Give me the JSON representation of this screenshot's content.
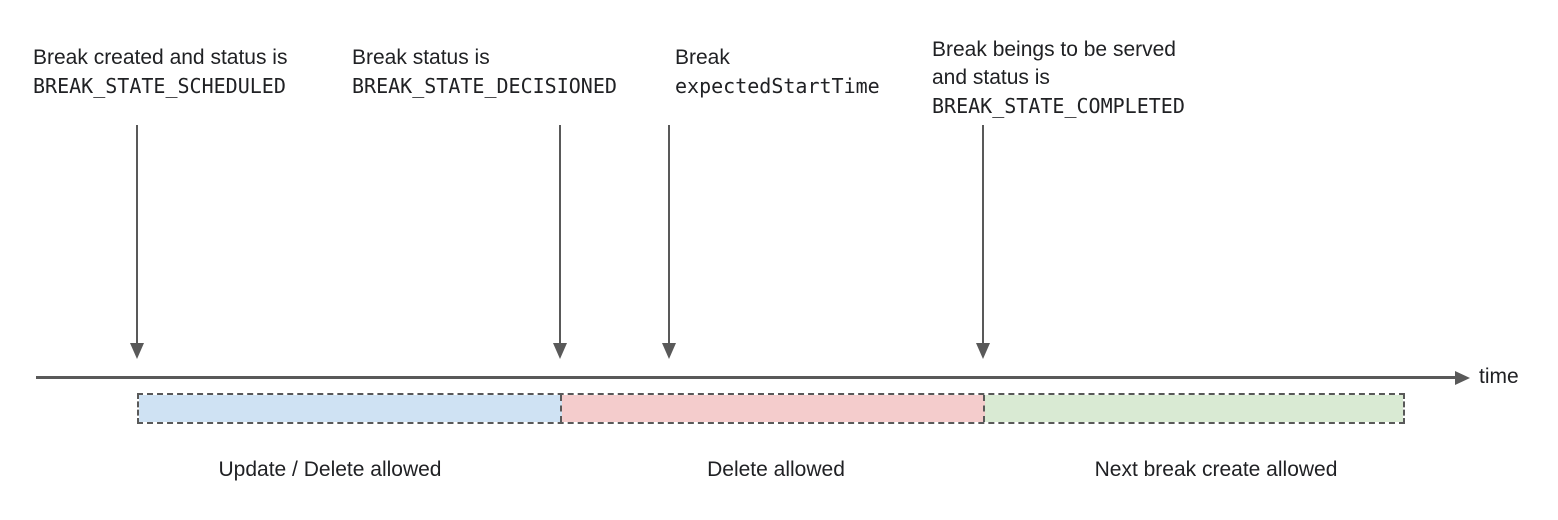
{
  "annotations": [
    {
      "line1": "Break created and status is",
      "line2": "BREAK_STATE_SCHEDULED"
    },
    {
      "line1": "Break status is",
      "line2": "BREAK_STATE_DECISIONED"
    },
    {
      "line1": "Break",
      "line2": "expectedStartTime"
    },
    {
      "line1": "Break beings to be served",
      "line2": "and status is",
      "line3": "BREAK_STATE_COMPLETED"
    }
  ],
  "timeline": {
    "axis_label": "time"
  },
  "segments": [
    {
      "label": "Update / Delete allowed",
      "color": "#cfe2f3"
    },
    {
      "label": "Delete allowed",
      "color": "#f4cccc"
    },
    {
      "label": "Next break create allowed",
      "color": "#d9ead3"
    }
  ],
  "colors": {
    "line": "#595959",
    "text": "#202124",
    "segment_blue": "#cfe2f3",
    "segment_red": "#f4cccc",
    "segment_green": "#d9ead3"
  }
}
